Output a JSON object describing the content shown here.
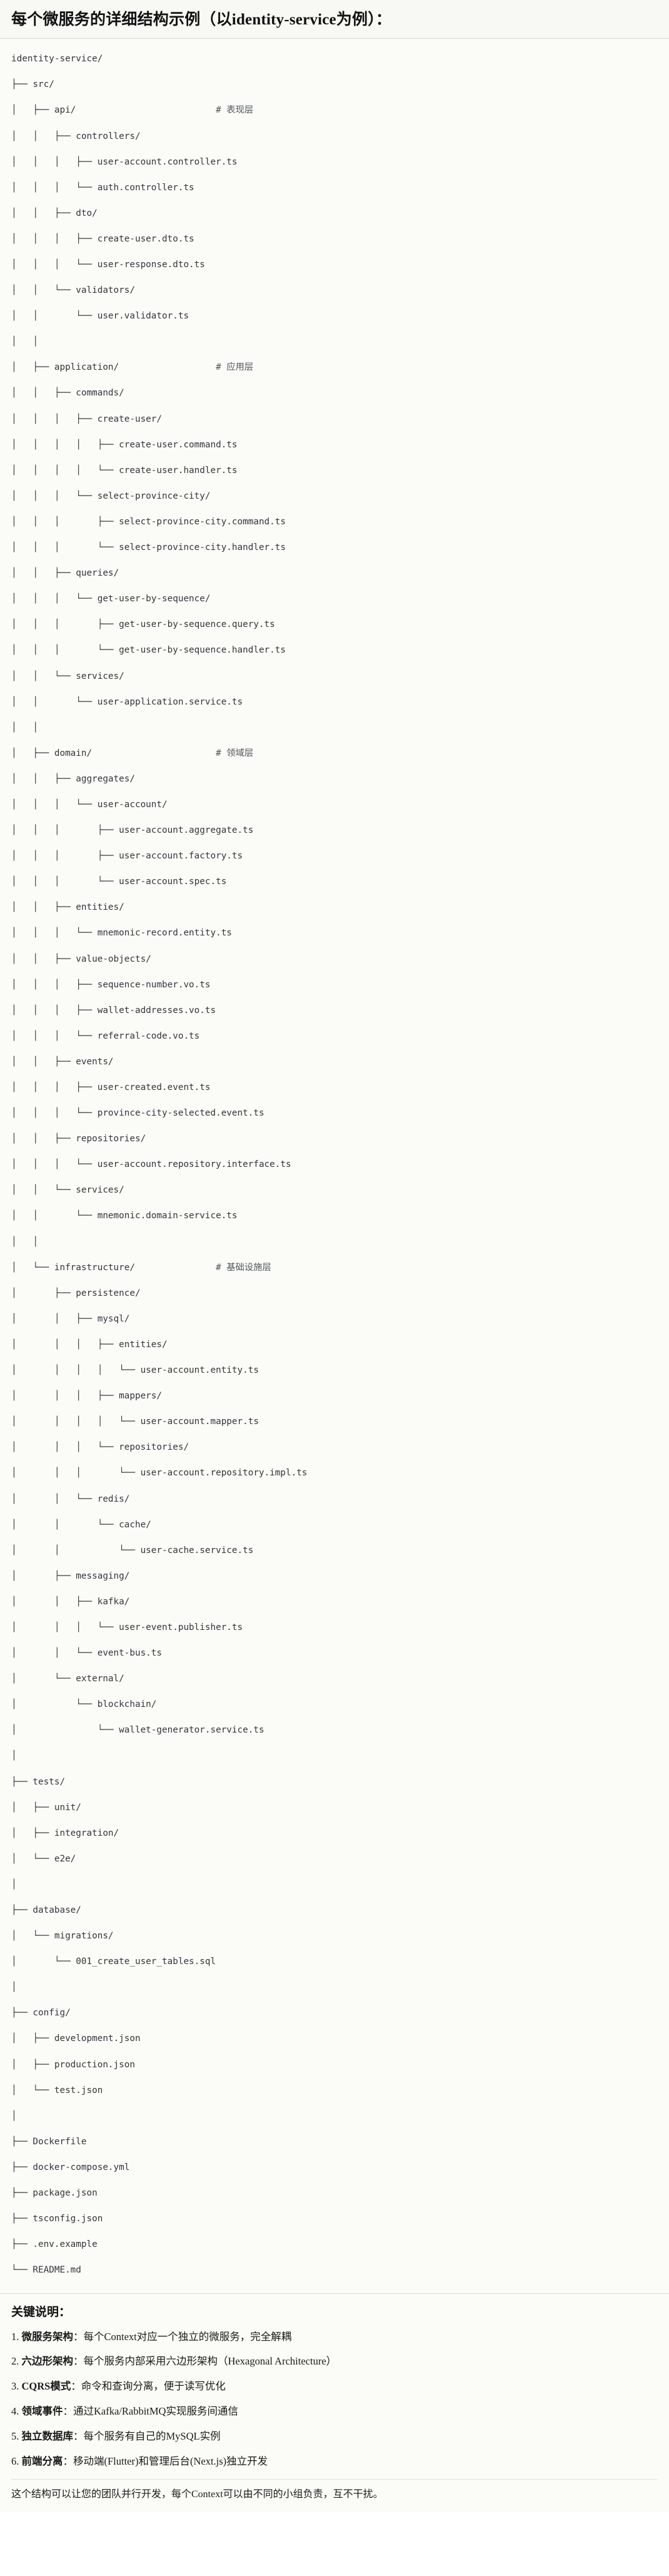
{
  "header": {
    "title": "每个微服务的详细结构示例（以identity-service为例）："
  },
  "tree": {
    "root_label": "identity-service/",
    "lines": [
      "identity-service/",
      "├── src/",
      "│   ├── api/                          # 表现层",
      "│   │   ├── controllers/",
      "│   │   │   ├── user-account.controller.ts",
      "│   │   │   └── auth.controller.ts",
      "│   │   ├── dto/",
      "│   │   │   ├── create-user.dto.ts",
      "│   │   │   └── user-response.dto.ts",
      "│   │   └── validators/",
      "│   │       └── user.validator.ts",
      "│   │",
      "│   ├── application/                  # 应用层",
      "│   │   ├── commands/",
      "│   │   │   ├── create-user/",
      "│   │   │   │   ├── create-user.command.ts",
      "│   │   │   │   └── create-user.handler.ts",
      "│   │   │   └── select-province-city/",
      "│   │   │       ├── select-province-city.command.ts",
      "│   │   │       └── select-province-city.handler.ts",
      "│   │   ├── queries/",
      "│   │   │   └── get-user-by-sequence/",
      "│   │   │       ├── get-user-by-sequence.query.ts",
      "│   │   │       └── get-user-by-sequence.handler.ts",
      "│   │   └── services/",
      "│   │       └── user-application.service.ts",
      "│   │",
      "│   ├── domain/                       # 领域层",
      "│   │   ├── aggregates/",
      "│   │   │   └── user-account/",
      "│   │   │       ├── user-account.aggregate.ts",
      "│   │   │       ├── user-account.factory.ts",
      "│   │   │       └── user-account.spec.ts",
      "│   │   ├── entities/",
      "│   │   │   └── mnemonic-record.entity.ts",
      "│   │   ├── value-objects/",
      "│   │   │   ├── sequence-number.vo.ts",
      "│   │   │   ├── wallet-addresses.vo.ts",
      "│   │   │   └── referral-code.vo.ts",
      "│   │   ├── events/",
      "│   │   │   ├── user-created.event.ts",
      "│   │   │   └── province-city-selected.event.ts",
      "│   │   ├── repositories/",
      "│   │   │   └── user-account.repository.interface.ts",
      "│   │   └── services/",
      "│   │       └── mnemonic.domain-service.ts",
      "│   │",
      "│   └── infrastructure/               # 基础设施层",
      "│       ├── persistence/",
      "│       │   ├── mysql/",
      "│       │   │   ├── entities/",
      "│       │   │   │   └── user-account.entity.ts",
      "│       │   │   ├── mappers/",
      "│       │   │   │   └── user-account.mapper.ts",
      "│       │   │   └── repositories/",
      "│       │   │       └── user-account.repository.impl.ts",
      "│       │   └── redis/",
      "│       │       └── cache/",
      "│       │           └── user-cache.service.ts",
      "│       ├── messaging/",
      "│       │   ├── kafka/",
      "│       │   │   └── user-event.publisher.ts",
      "│       │   └── event-bus.ts",
      "│       └── external/",
      "│           └── blockchain/",
      "│               └── wallet-generator.service.ts",
      "│",
      "├── tests/",
      "│   ├── unit/",
      "│   ├── integration/",
      "│   └── e2e/",
      "│",
      "├── database/",
      "│   └── migrations/",
      "│       └── 001_create_user_tables.sql",
      "│",
      "├── config/",
      "│   ├── development.json",
      "│   ├── production.json",
      "│   └── test.json",
      "│",
      "├── Dockerfile",
      "├── docker-compose.yml",
      "├── package.json",
      "├── tsconfig.json",
      "├── .env.example",
      "└── README.md"
    ],
    "layer_comments": [
      "# 表现层",
      "# 应用层",
      "# 领域层",
      "# 基础设施层"
    ]
  },
  "notes": {
    "title": "关键说明：",
    "items": [
      {
        "num": "1.",
        "term": "微服务架构",
        "sep": "：",
        "desc": "每个Context对应一个独立的微服务，完全解耦"
      },
      {
        "num": "2.",
        "term": "六边形架构",
        "sep": "：",
        "desc": "每个服务内部采用六边形架构（Hexagonal Architecture）"
      },
      {
        "num": "3.",
        "term": "CQRS模式",
        "sep": "：",
        "desc": "命令和查询分离，便于读写优化"
      },
      {
        "num": "4.",
        "term": "领域事件",
        "sep": "：",
        "desc": "通过Kafka/RabbitMQ实现服务间通信"
      },
      {
        "num": "5.",
        "term": "独立数据库",
        "sep": "：",
        "desc": "每个服务有自己的MySQL实例"
      },
      {
        "num": "6.",
        "term": "前端分离",
        "sep": "：",
        "desc": "移动端(Flutter)和管理后台(Next.js)独立开发"
      }
    ],
    "outro": "这个结构可以让您的团队并行开发，每个Context可以由不同的小组负责，互不干扰。"
  },
  "colors": {
    "page_bg": "#ffffff",
    "panel_bg": "#fbfbf8",
    "header_bg": "#f8f8f5",
    "divider": "#d9d9d4",
    "code_text": "#32363b",
    "title_text": "#111111"
  }
}
